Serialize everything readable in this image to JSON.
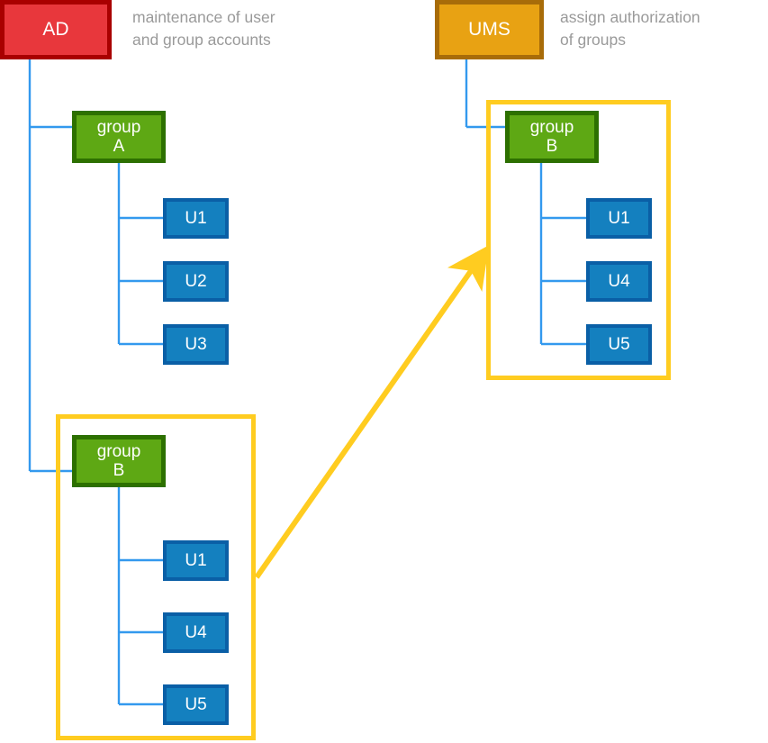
{
  "diagram": {
    "title": "AD and UMS group membership / authorization diagram",
    "colors": {
      "ad_fill": "#E8373C",
      "ad_border": "#A90000",
      "ums_fill": "#E8A213",
      "ums_border": "#A86C09",
      "group_fill": "#5EA814",
      "group_border": "#2D7000",
      "user_fill": "#1480BF",
      "user_border": "#0A5FA6",
      "container_border": "#FFCC20",
      "connector": "#3399EE",
      "annotation_text": "#9A9A9A",
      "background": "#FFFFFF"
    }
  },
  "systems": {
    "ad": {
      "label": "AD",
      "annotation": "maintenance of user\nand group accounts"
    },
    "ums": {
      "label": "UMS",
      "annotation": "assign authorization\nof groups"
    }
  },
  "groups": {
    "ad_group_a": {
      "label": "group\nA",
      "users": [
        {
          "label": "U1"
        },
        {
          "label": "U2"
        },
        {
          "label": "U3"
        }
      ]
    },
    "ad_group_b": {
      "label": "group\nB",
      "users": [
        {
          "label": "U1"
        },
        {
          "label": "U4"
        },
        {
          "label": "U5"
        }
      ]
    },
    "ums_group_b": {
      "label": "group\nB",
      "users": [
        {
          "label": "U1"
        },
        {
          "label": "U4"
        },
        {
          "label": "U5"
        }
      ]
    }
  },
  "flow_arrow": {
    "name": "group-b-sync-arrow",
    "from": "ad_group_b_container",
    "to": "ums_group_b_container"
  }
}
